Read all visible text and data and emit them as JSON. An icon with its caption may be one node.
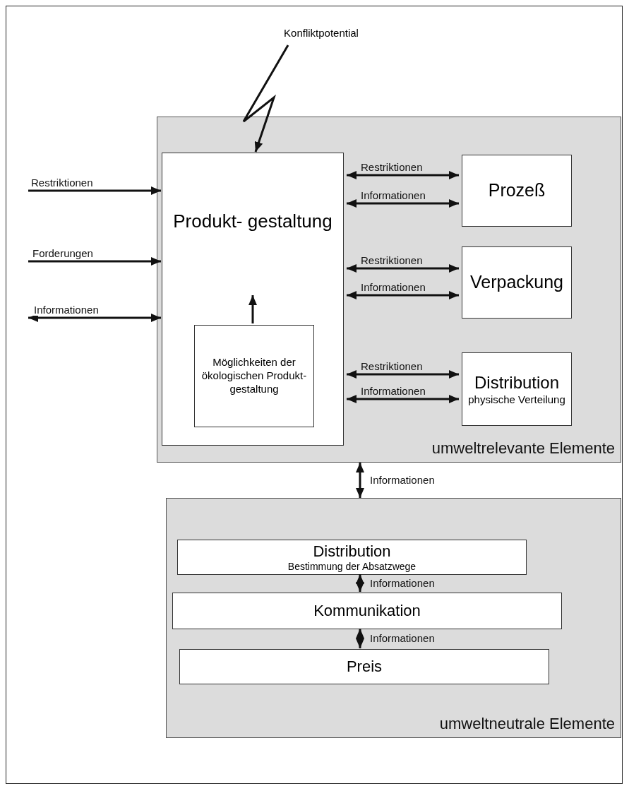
{
  "diagram": {
    "nodes": [
      {
        "text": [
          "umweltrelevante Elemente"
        ]
      },
      {
        "text": [
          "Produkt- gestaltung"
        ],
        "in": 0
      },
      {
        "text": [
          "Möglichkeiten der ökologischen Produkt- gestaltung"
        ],
        "in": 1
      },
      {
        "text": [
          "Prozeß"
        ],
        "in": 0
      },
      {
        "text": [
          "Verpackung"
        ],
        "in": 0
      },
      {
        "text": [
          "Distribution",
          "physische Verteilung"
        ],
        "in": 0
      },
      {
        "text": [
          "umweltneutrale Elemente"
        ]
      },
      {
        "text": [
          "Distribution",
          "Bestimmung der Absatzwege"
        ],
        "in": 6
      },
      {
        "text": [
          "Kommunikation"
        ],
        "in": 6
      },
      {
        "text": [
          "Preis"
        ],
        "in": 6
      },
      {
        "text": [
          "Konfliktpotential"
        ]
      }
    ],
    "edges": [
      {
        "from": null,
        "to": 1,
        "arrow": "to",
        "label": "Restriktionen"
      },
      {
        "from": null,
        "to": 1,
        "arrow": "to",
        "label": "Forderungen"
      },
      {
        "from": null,
        "to": 1,
        "arrow": "both",
        "label": "Informationen"
      },
      {
        "from": 10,
        "to": 1,
        "arrow": "to"
      },
      {
        "from": 2,
        "to": null,
        "arrow": "to"
      },
      {
        "from": 1,
        "to": 3,
        "arrow": "both",
        "label": "Restriktionen"
      },
      {
        "from": 1,
        "to": 3,
        "arrow": "both",
        "label": "Informationen"
      },
      {
        "from": 1,
        "to": 4,
        "arrow": "both",
        "label": "Restriktionen"
      },
      {
        "from": 1,
        "to": 4,
        "arrow": "both",
        "label": "Informationen"
      },
      {
        "from": 1,
        "to": 5,
        "arrow": "both",
        "label": "Restriktionen"
      },
      {
        "from": 1,
        "to": 5,
        "arrow": "both",
        "label": "Informationen"
      },
      {
        "from": 0,
        "to": 6,
        "arrow": "both",
        "label": "Informationen"
      },
      {
        "from": 7,
        "to": 8,
        "arrow": "both",
        "label": "Informationen"
      },
      {
        "from": 8,
        "to": 9,
        "arrow": "both",
        "label": "Informationen"
      }
    ]
  }
}
